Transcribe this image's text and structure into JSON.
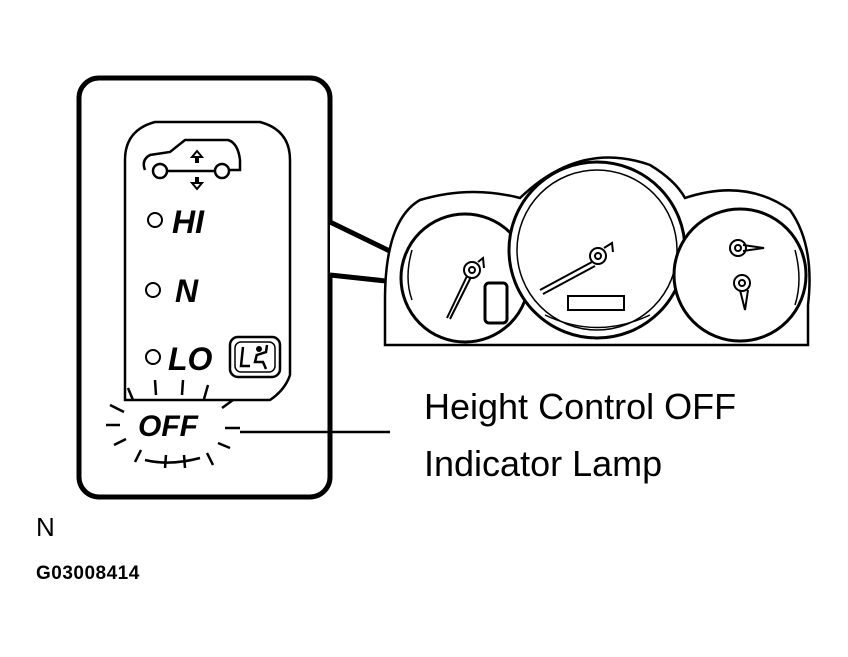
{
  "panel": {
    "modes": [
      "HI",
      "N",
      "LO"
    ],
    "off_label": "OFF"
  },
  "callout": {
    "line1": "Height Control OFF",
    "line2": "Indicator Lamp"
  },
  "orientation_mark": "N",
  "figure_id": "G03008414",
  "icons": [
    "vehicle-height-icon",
    "arrow-up-icon",
    "arrow-down-icon",
    "seat-person-icon",
    "burst-icon",
    "fuel-gauge-icon",
    "temp-gauge-icon"
  ]
}
